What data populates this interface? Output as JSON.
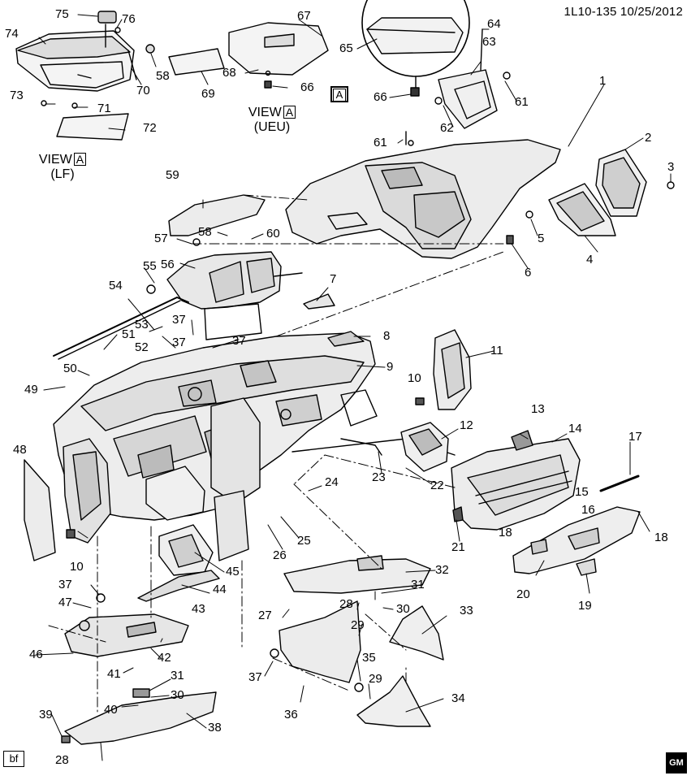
{
  "header": {
    "illustration_code": "1L10-135",
    "date": "10/25/2012"
  },
  "views": {
    "lf": {
      "title": "VIEW",
      "letter": "A",
      "variant": "(LF)"
    },
    "ueu": {
      "title": "VIEW",
      "letter": "A",
      "variant": "(UEU)"
    },
    "callout_letter": "A"
  },
  "corner_code": "bf",
  "brand_mark": "GM",
  "callouts": [
    "1",
    "2",
    "3",
    "4",
    "5",
    "6",
    "7",
    "8",
    "9",
    "10",
    "10",
    "11",
    "12",
    "13",
    "14",
    "15",
    "16",
    "17",
    "18",
    "18",
    "19",
    "20",
    "21",
    "22",
    "23",
    "24",
    "25",
    "26",
    "27",
    "28",
    "28",
    "29",
    "29",
    "30",
    "30",
    "31",
    "31",
    "32",
    "33",
    "34",
    "35",
    "36",
    "37",
    "37",
    "37",
    "37",
    "37",
    "38",
    "39",
    "40",
    "41",
    "42",
    "43",
    "44",
    "45",
    "46",
    "47",
    "48",
    "49",
    "50",
    "51",
    "52",
    "53",
    "54",
    "55",
    "56",
    "57",
    "58",
    "58",
    "59",
    "60",
    "61",
    "61",
    "62",
    "63",
    "64",
    "65",
    "66",
    "66",
    "67",
    "68",
    "69",
    "70",
    "71",
    "72",
    "73",
    "74",
    "75",
    "76"
  ]
}
